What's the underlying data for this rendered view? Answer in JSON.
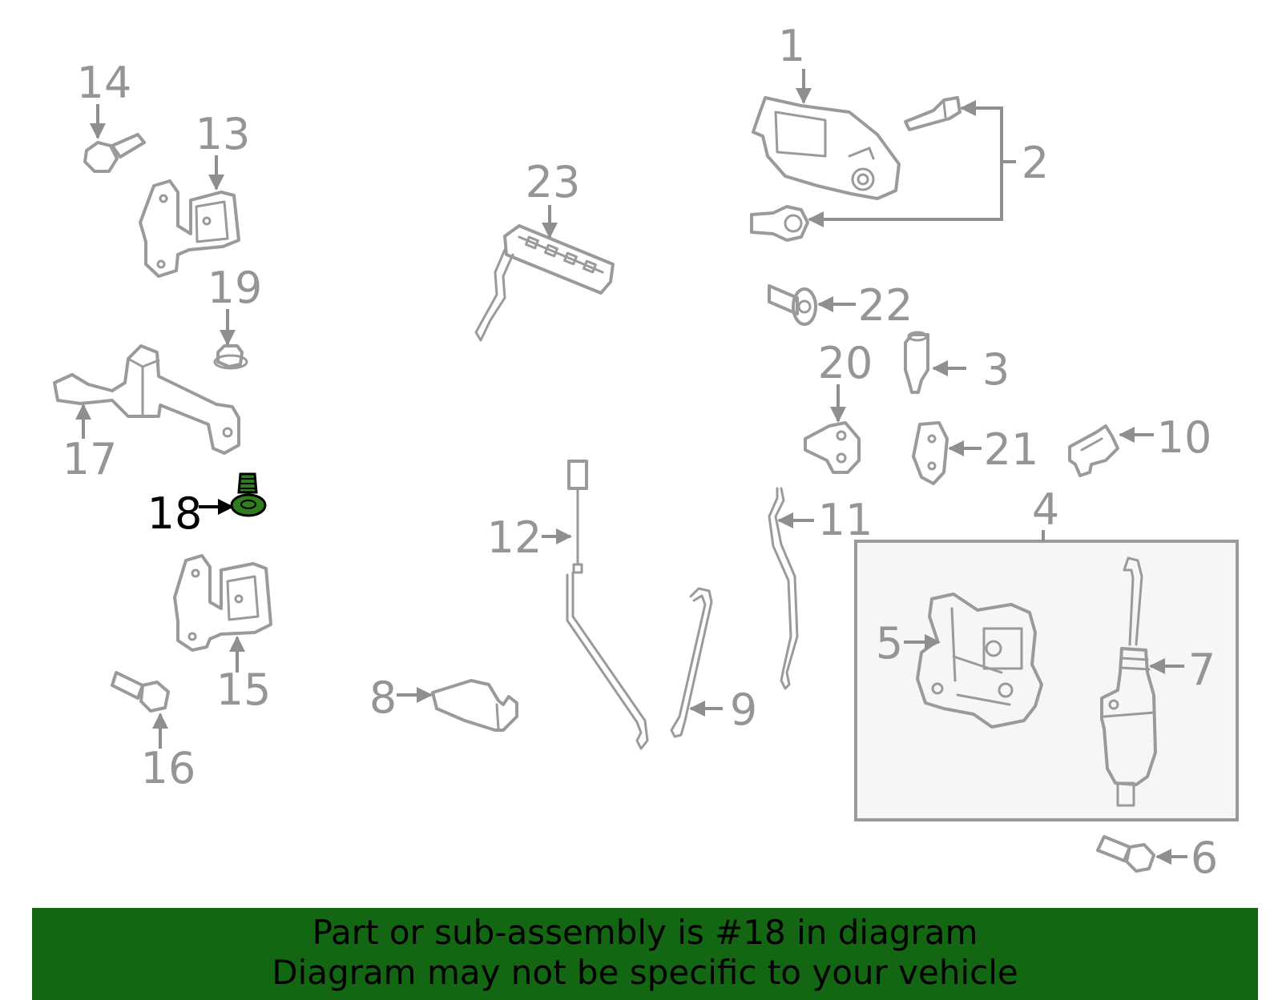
{
  "diagram": {
    "callouts": {
      "p1": "1",
      "p2": "2",
      "p3": "3",
      "p4": "4",
      "p5": "5",
      "p6": "6",
      "p7": "7",
      "p8": "8",
      "p9": "9",
      "p10": "10",
      "p11": "11",
      "p12": "12",
      "p13": "13",
      "p14": "14",
      "p15": "15",
      "p16": "16",
      "p17": "17",
      "p18": "18",
      "p19": "19",
      "p20": "20",
      "p21": "21",
      "p22": "22",
      "p23": "23"
    },
    "highlighted_part": "18",
    "highlight_color": "#2e7d1e",
    "line_color": "#9a9a9a"
  },
  "banner": {
    "line1": "Part or sub-assembly is #18 in diagram",
    "line2": "Diagram may not be specific to your vehicle",
    "background": "#136612"
  }
}
